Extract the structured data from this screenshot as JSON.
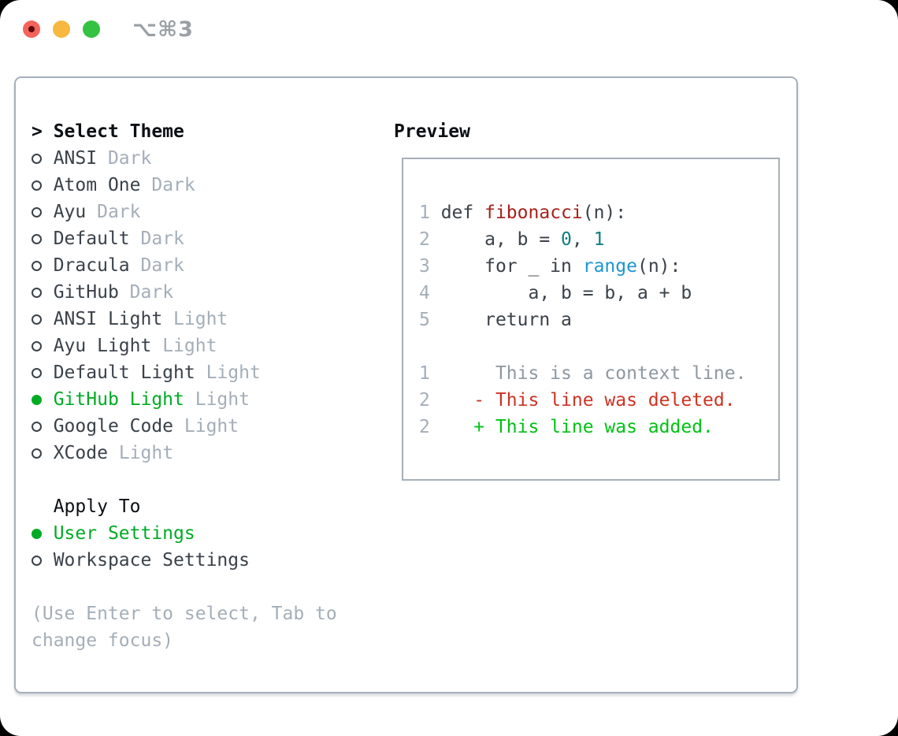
{
  "window": {
    "title": "⌥⌘3",
    "traffic_lights": [
      {
        "name": "close",
        "color": "#f4645b"
      },
      {
        "name": "minimize",
        "color": "#f6b83f"
      },
      {
        "name": "zoom",
        "color": "#35c242"
      }
    ]
  },
  "colors": {
    "selection_green": "#00ab24",
    "function_red": "#a8201a",
    "number_teal": "#0e7f7f",
    "builtin_blue": "#1d95d3",
    "diff_deleted_red": "#cd3322",
    "diff_added_green": "#00c214",
    "muted_gray": "#a4aeb9",
    "context_gray": "#8e98a1",
    "text_dark": "#3a4149",
    "border_gray": "#a6afb9"
  },
  "theme_picker": {
    "prompt_marker": ">",
    "title": "Select Theme",
    "items": [
      {
        "label": "ANSI",
        "variant": "Dark",
        "selected": false
      },
      {
        "label": "Atom One",
        "variant": "Dark",
        "selected": false
      },
      {
        "label": "Ayu",
        "variant": "Dark",
        "selected": false
      },
      {
        "label": "Default",
        "variant": "Dark",
        "selected": false
      },
      {
        "label": "Dracula",
        "variant": "Dark",
        "selected": false
      },
      {
        "label": "GitHub",
        "variant": "Dark",
        "selected": false
      },
      {
        "label": "ANSI Light",
        "variant": "Light",
        "selected": false
      },
      {
        "label": "Ayu Light",
        "variant": "Light",
        "selected": false
      },
      {
        "label": "Default Light",
        "variant": "Light",
        "selected": false
      },
      {
        "label": "GitHub Light",
        "variant": "Light",
        "selected": true
      },
      {
        "label": "Google Code",
        "variant": "Light",
        "selected": false
      },
      {
        "label": "XCode",
        "variant": "Light",
        "selected": false
      }
    ],
    "apply_to": {
      "title": "Apply To",
      "options": [
        {
          "label": "User Settings",
          "selected": true
        },
        {
          "label": "Workspace Settings",
          "selected": false
        }
      ]
    },
    "hint": "(Use Enter to select, Tab to change focus)"
  },
  "preview": {
    "title": "Preview",
    "lines": [
      [
        {
          "t": "1",
          "c": "ln"
        },
        {
          "t": " def ",
          "c": "code"
        },
        {
          "t": "fibonacci",
          "c": "fn"
        },
        {
          "t": "(n):",
          "c": "code"
        }
      ],
      [
        {
          "t": "2",
          "c": "ln"
        },
        {
          "t": "     a, b = ",
          "c": "code"
        },
        {
          "t": "0",
          "c": "num"
        },
        {
          "t": ", ",
          "c": "code"
        },
        {
          "t": "1",
          "c": "num"
        }
      ],
      [
        {
          "t": "3",
          "c": "ln"
        },
        {
          "t": "     for _ in ",
          "c": "code"
        },
        {
          "t": "range",
          "c": "builtin"
        },
        {
          "t": "(n):",
          "c": "code"
        }
      ],
      [
        {
          "t": "4",
          "c": "ln"
        },
        {
          "t": "         a, b = b, a + b",
          "c": "code"
        }
      ],
      [
        {
          "t": "5",
          "c": "ln"
        },
        {
          "t": "     return a",
          "c": "code"
        }
      ],
      [],
      [
        {
          "t": "1",
          "c": "ln"
        },
        {
          "t": "      This is a context line.",
          "c": "ctx"
        }
      ],
      [
        {
          "t": "2",
          "c": "ln"
        },
        {
          "t": "    ",
          "c": "code"
        },
        {
          "t": "- This line was deleted.",
          "c": "del"
        }
      ],
      [
        {
          "t": "2",
          "c": "ln"
        },
        {
          "t": "    ",
          "c": "code"
        },
        {
          "t": "+ This line was added.",
          "c": "add"
        }
      ]
    ]
  }
}
